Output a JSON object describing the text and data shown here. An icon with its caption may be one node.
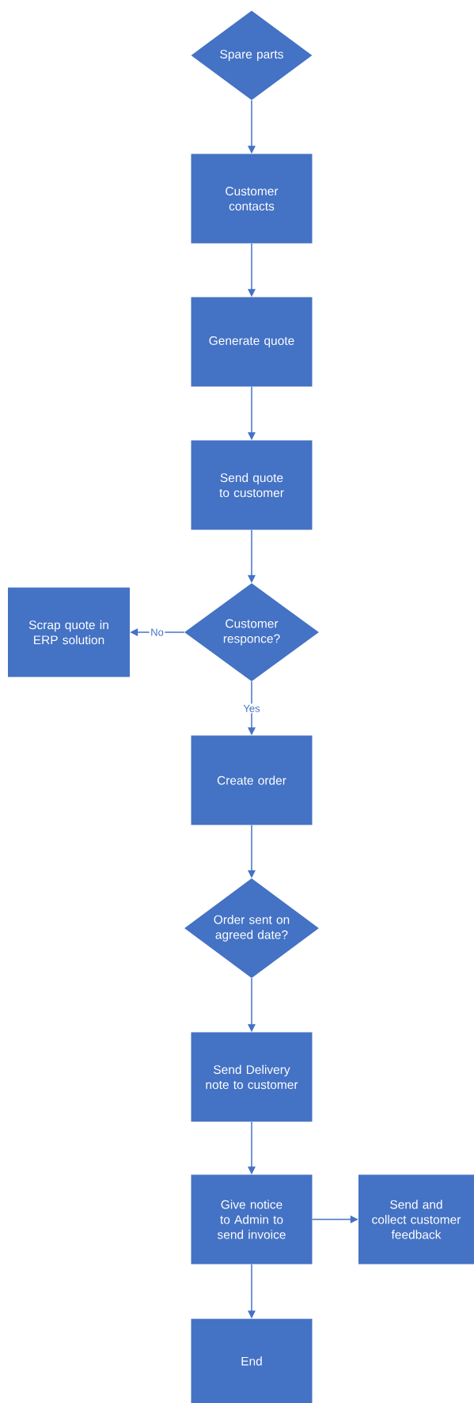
{
  "diagram": {
    "nodes": [
      {
        "text": [
          "Spare parts"
        ]
      },
      {
        "text": [
          "Customer contacts"
        ]
      },
      {
        "text": [
          "Generate quote"
        ]
      },
      {
        "text": [
          "Send quote to customer"
        ]
      },
      {
        "text": [
          "Customer responce?"
        ]
      },
      {
        "text": [
          "Scrap quote in ERP solution"
        ]
      },
      {
        "text": [
          "Create order"
        ]
      },
      {
        "text": [
          "Order sent on agreed date?"
        ]
      },
      {
        "text": [
          "Send Delivery note to customer"
        ]
      },
      {
        "text": [
          "Give notice to Admin to send invoice"
        ]
      },
      {
        "text": [
          "Send and collect customer feedback"
        ]
      },
      {
        "text": [
          "End"
        ]
      }
    ],
    "edges": [
      {
        "from": 0,
        "to": 1,
        "arrow": "to"
      },
      {
        "from": 1,
        "to": 2,
        "arrow": "to"
      },
      {
        "from": 2,
        "to": 3,
        "arrow": "to"
      },
      {
        "from": 3,
        "to": 4,
        "arrow": "to"
      },
      {
        "from": 4,
        "to": 5,
        "arrow": "to",
        "label": "No"
      },
      {
        "from": 4,
        "to": 6,
        "arrow": "to",
        "label": "Yes"
      },
      {
        "from": 6,
        "to": 7,
        "arrow": "to"
      },
      {
        "from": 7,
        "to": 8,
        "arrow": "to"
      },
      {
        "from": 8,
        "to": 9,
        "arrow": "to"
      },
      {
        "from": 9,
        "to": 10,
        "arrow": "to"
      },
      {
        "from": 9,
        "to": 11,
        "arrow": "to"
      }
    ]
  }
}
